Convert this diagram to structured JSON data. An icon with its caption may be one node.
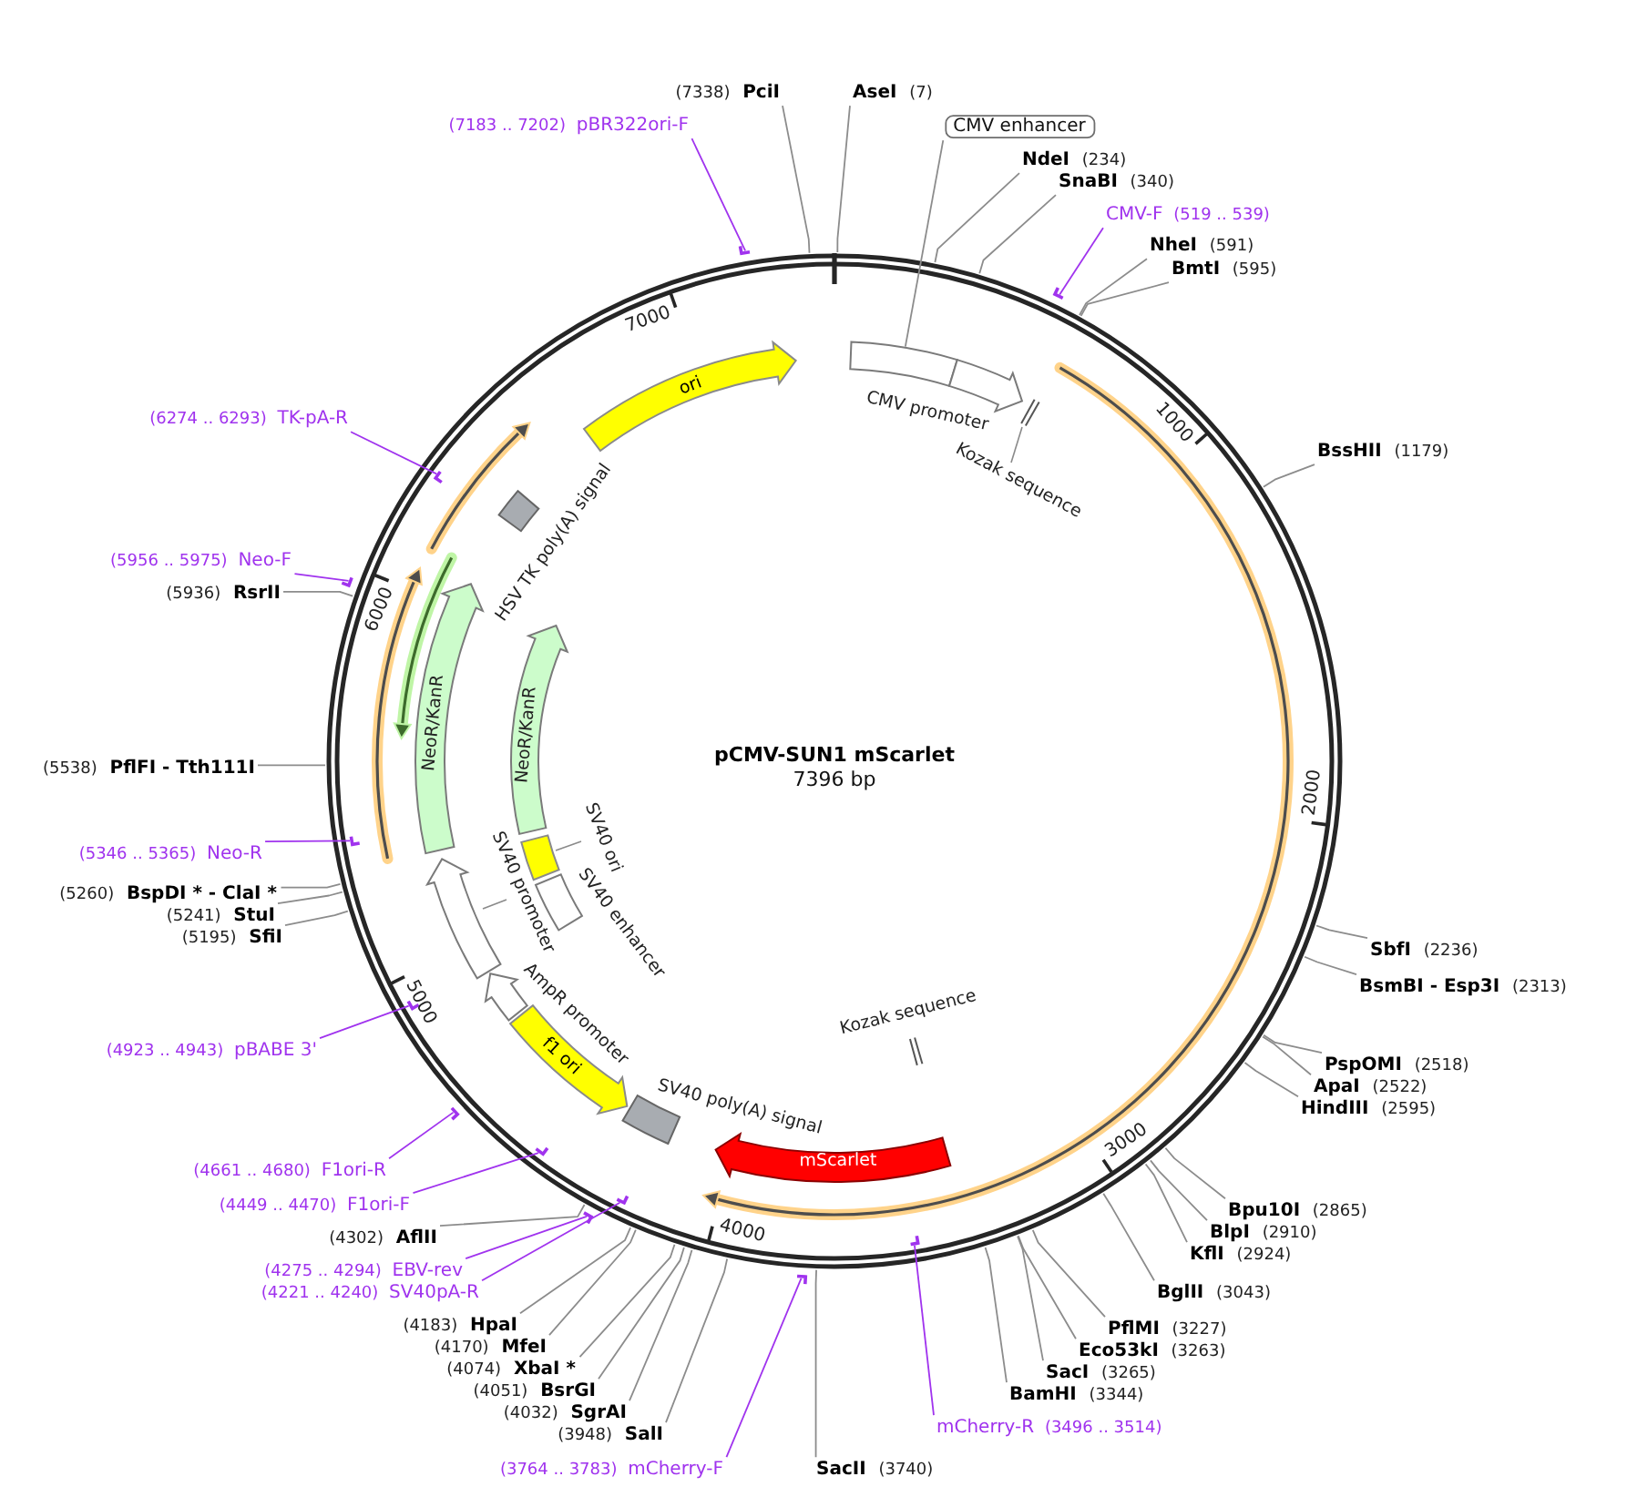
{
  "diagram": {
    "title": "pCMV-SUN1 mScarlet",
    "nodes": [
      {
        "text": [],
        "shape": "circle"
      },
      {
        "text": [
          "(7338)",
          "PciI"
        ]
      },
      {
        "text": [
          "AseI",
          "(7)"
        ]
      },
      {
        "text": [
          "CMV enhancer"
        ]
      },
      {
        "text": [
          "NdeI",
          "(234)"
        ]
      },
      {
        "text": [
          "SnaBI",
          "(340)"
        ]
      },
      {
        "text": [
          "CMV-F",
          "(519 .. 539)"
        ]
      },
      {
        "text": [
          "NheI",
          "(591)"
        ]
      },
      {
        "text": [
          "BmtI",
          "(595)"
        ]
      },
      {
        "text": [
          "BssHII",
          "(1179)"
        ]
      },
      {
        "text": [
          "SbfI",
          "(2236)"
        ]
      },
      {
        "text": [
          "BsmBI - Esp3I",
          "(2313)"
        ]
      },
      {
        "text": [
          "PspOMI",
          "(2518)"
        ]
      },
      {
        "text": [
          "ApaI",
          "(2522)"
        ]
      },
      {
        "text": [
          "HindIII",
          "(2595)"
        ]
      },
      {
        "text": [
          "Bpu10I",
          "(2865)"
        ]
      },
      {
        "text": [
          "BlpI",
          "(2910)"
        ]
      },
      {
        "text": [
          "KflI",
          "(2924)"
        ]
      },
      {
        "text": [
          "BglII",
          "(3043)"
        ]
      },
      {
        "text": [
          "PflMI",
          "(3227)"
        ]
      },
      {
        "text": [
          "Eco53kI",
          "(3263)"
        ]
      },
      {
        "text": [
          "SacI",
          "(3265)"
        ]
      },
      {
        "text": [
          "BamHI",
          "(3344)"
        ]
      },
      {
        "text": [
          "mCherry-R",
          "(3496 .. 3514)"
        ]
      },
      {
        "text": [
          "SacII",
          "(3740)"
        ]
      },
      {
        "text": [
          "(3764 .. 3783)",
          "mCherry-F"
        ]
      },
      {
        "text": [
          "(3948)",
          "SalI"
        ]
      },
      {
        "text": [
          "(4032)",
          "SgrAI"
        ]
      },
      {
        "text": [
          "(4051)",
          "BsrGI"
        ]
      },
      {
        "text": [
          "(4074)",
          "XbaI *"
        ]
      },
      {
        "text": [
          "(4170)",
          "MfeI"
        ]
      },
      {
        "text": [
          "(4183)",
          "HpaI"
        ]
      },
      {
        "text": [
          "(4221 .. 4240)",
          "SV40pA-R"
        ]
      },
      {
        "text": [
          "(4275 .. 4294)",
          "EBV-rev"
        ]
      },
      {
        "text": [
          "(4302)",
          "AflII"
        ]
      },
      {
        "text": [
          "(4449 .. 4470)",
          "F1ori-F"
        ]
      },
      {
        "text": [
          "(4661 .. 4680)",
          "F1ori-R"
        ]
      },
      {
        "text": [
          "(4923 .. 4943)",
          "pBABE 3'"
        ]
      },
      {
        "text": [
          "(5195)",
          "SfiI"
        ]
      },
      {
        "text": [
          "(5241)",
          "StuI"
        ]
      },
      {
        "text": [
          "(5260)",
          "BspDI * - ClaI *"
        ]
      },
      {
        "text": [
          "(5346 .. 5365)",
          "Neo-R"
        ]
      },
      {
        "text": [
          "(5538)",
          "PflFI - Tth111I"
        ]
      },
      {
        "text": [
          "(5936)",
          "RsrII"
        ]
      },
      {
        "text": [
          "(5956 .. 5975)",
          "Neo-F"
        ]
      },
      {
        "text": [
          "(6274 .. 6293)",
          "TK-pA-R"
        ]
      },
      {
        "text": [
          "(7183 .. 7202)",
          "pBR322ori-F"
        ]
      },
      {
        "text": [],
        "shape": "bar"
      },
      {
        "text": [],
        "shape": "bar",
        "in": 0
      },
      {
        "text": [],
        "shape": "bar"
      },
      {
        "text": [],
        "shape": "bar",
        "in": 0
      },
      {
        "text": [],
        "shape": "bar"
      },
      {
        "text": [],
        "shape": "bar",
        "in": 0
      },
      {
        "text": [],
        "shape": "bar"
      },
      {
        "text": [],
        "shape": "bar",
        "in": 0
      },
      {
        "text": [],
        "shape": "bar",
        "in": 0
      },
      {
        "text": [],
        "shape": "bar"
      },
      {
        "text": [],
        "shape": "bar",
        "in": 0
      },
      {
        "text": [],
        "shape": "bar"
      },
      {
        "text": [
          "ori"
        ],
        "in": 0
      },
      {
        "text": [
          "CMV promoter"
        ],
        "in": 0
      },
      {
        "text": [
          "Kozak sequence"
        ],
        "in": 0
      },
      {
        "text": [
          "mScarlet"
        ],
        "in": 0
      },
      {
        "text": [
          "Kozak sequence"
        ],
        "in": 0
      },
      {
        "text": [
          "SV40 poly(A) signal"
        ],
        "in": 0
      },
      {
        "text": [
          "f1 ori"
        ],
        "in": 0
      },
      {
        "text": [
          "AmpR promoter"
        ],
        "in": 0
      },
      {
        "text": [
          "SV40 promoter"
        ],
        "in": 0
      },
      {
        "text": [
          "SV40 enhancer"
        ],
        "in": 0
      },
      {
        "text": [
          "SV40 ori"
        ],
        "in": 0
      },
      {
        "text": [
          "NeoR/KanR"
        ],
        "in": 0
      },
      {
        "text": [
          "NeoR/KanR"
        ],
        "in": 0
      },
      {
        "text": [
          "HSV TK poly(A) signal"
        ],
        "in": 0
      }
    ],
    "edges": [
      {
        "from": 1,
        "to": 0,
        "arrow": "none"
      },
      {
        "from": 2,
        "to": 0,
        "arrow": "none"
      },
      {
        "from": 3,
        "to": 60,
        "arrow": "none"
      },
      {
        "from": 4,
        "to": 0,
        "arrow": "none"
      },
      {
        "from": 5,
        "to": 0,
        "arrow": "none"
      },
      {
        "from": 6,
        "to": 47,
        "arrow": "none",
        "color": "#a033ee"
      },
      {
        "from": 7,
        "to": 0,
        "arrow": "none"
      },
      {
        "from": 8,
        "to": 0,
        "arrow": "none"
      },
      {
        "from": 9,
        "to": 0,
        "arrow": "none"
      },
      {
        "from": 10,
        "to": 0,
        "arrow": "none"
      },
      {
        "from": 11,
        "to": 0,
        "arrow": "none"
      },
      {
        "from": 12,
        "to": 0,
        "arrow": "none"
      },
      {
        "from": 13,
        "to": 0,
        "arrow": "none"
      },
      {
        "from": 14,
        "to": 0,
        "arrow": "none"
      },
      {
        "from": 15,
        "to": 0,
        "arrow": "none"
      },
      {
        "from": 16,
        "to": 0,
        "arrow": "none"
      },
      {
        "from": 17,
        "to": 0,
        "arrow": "none"
      },
      {
        "from": 18,
        "to": 0,
        "arrow": "none"
      },
      {
        "from": 19,
        "to": 0,
        "arrow": "none"
      },
      {
        "from": 20,
        "to": 0,
        "arrow": "none"
      },
      {
        "from": 21,
        "to": 0,
        "arrow": "none"
      },
      {
        "from": 22,
        "to": 0,
        "arrow": "none"
      },
      {
        "from": 23,
        "to": 48,
        "arrow": "none",
        "color": "#a033ee"
      },
      {
        "from": 24,
        "to": 0,
        "arrow": "none"
      },
      {
        "from": 25,
        "to": 49,
        "arrow": "none",
        "color": "#a033ee"
      },
      {
        "from": 26,
        "to": 0,
        "arrow": "none"
      },
      {
        "from": 27,
        "to": 0,
        "arrow": "none"
      },
      {
        "from": 28,
        "to": 0,
        "arrow": "none"
      },
      {
        "from": 29,
        "to": 0,
        "arrow": "none"
      },
      {
        "from": 30,
        "to": 0,
        "arrow": "none"
      },
      {
        "from": 31,
        "to": 0,
        "arrow": "none"
      },
      {
        "from": 32,
        "to": 50,
        "arrow": "none",
        "color": "#a033ee"
      },
      {
        "from": 33,
        "to": 51,
        "arrow": "none",
        "color": "#a033ee"
      },
      {
        "from": 34,
        "to": 0,
        "arrow": "none"
      },
      {
        "from": 35,
        "to": 52,
        "arrow": "none",
        "color": "#a033ee"
      },
      {
        "from": 36,
        "to": 53,
        "arrow": "none",
        "color": "#a033ee"
      },
      {
        "from": 37,
        "to": 54,
        "arrow": "none",
        "color": "#a033ee"
      },
      {
        "from": 38,
        "to": 0,
        "arrow": "none"
      },
      {
        "from": 39,
        "to": 0,
        "arrow": "none"
      },
      {
        "from": 40,
        "to": 0,
        "arrow": "none"
      },
      {
        "from": 41,
        "to": 55,
        "arrow": "none",
        "color": "#a033ee"
      },
      {
        "from": 42,
        "to": 0,
        "arrow": "none"
      },
      {
        "from": 43,
        "to": 0,
        "arrow": "none"
      },
      {
        "from": 44,
        "to": 56,
        "arrow": "none",
        "color": "#a033ee"
      },
      {
        "from": 45,
        "to": 57,
        "arrow": "none",
        "color": "#a033ee"
      },
      {
        "from": 46,
        "to": 58,
        "arrow": "none",
        "color": "#a033ee"
      }
    ],
    "labels": [
      "7396 bp",
      "1000",
      "2000",
      "3000",
      "4000",
      "5000",
      "6000",
      "7000"
    ]
  }
}
